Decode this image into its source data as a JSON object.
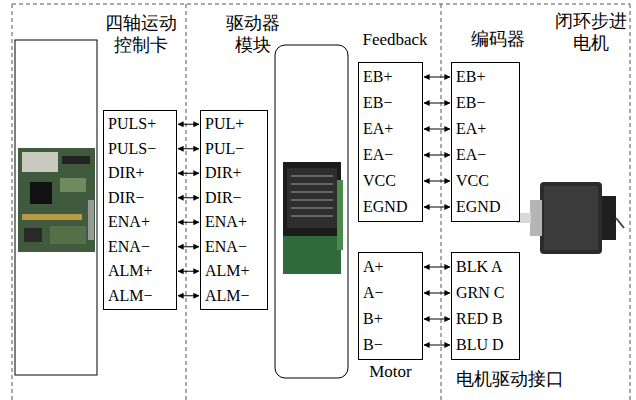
{
  "diagram": {
    "nodes": [
      {
        "text": [
          "PULS+",
          "PULS−",
          "DIR+",
          "DIR−",
          "ENA+",
          "ENA−",
          "ALM+",
          "ALM−"
        ]
      },
      {
        "text": [
          "PUL+",
          "PUL−",
          "DIR+",
          "DIR−",
          "ENA+",
          "ENA−",
          "ALM+",
          "ALM−"
        ]
      },
      {
        "text": [
          "EB+",
          "EB−",
          "EA+",
          "EA−",
          "VCC",
          "EGND"
        ]
      },
      {
        "text": [
          "EB+",
          "EB−",
          "EA+",
          "EA−",
          "VCC",
          "EGND"
        ]
      },
      {
        "text": [
          "A+",
          "A−",
          "B+",
          "B−"
        ]
      },
      {
        "text": [
          "BLK A",
          "GRN C",
          "RED B",
          "BLU D"
        ]
      }
    ],
    "edges": [
      {
        "from": 0,
        "to": 1,
        "arrow": "both"
      },
      {
        "from": 0,
        "to": 1,
        "arrow": "both"
      },
      {
        "from": 0,
        "to": 1,
        "arrow": "both"
      },
      {
        "from": 0,
        "to": 1,
        "arrow": "both"
      },
      {
        "from": 0,
        "to": 1,
        "arrow": "both"
      },
      {
        "from": 0,
        "to": 1,
        "arrow": "both"
      },
      {
        "from": 0,
        "to": 1,
        "arrow": "both"
      },
      {
        "from": 0,
        "to": 1,
        "arrow": "both"
      },
      {
        "from": 2,
        "to": 3,
        "arrow": "both"
      },
      {
        "from": 2,
        "to": 3,
        "arrow": "both"
      },
      {
        "from": 2,
        "to": 3,
        "arrow": "both"
      },
      {
        "from": 2,
        "to": 3,
        "arrow": "both"
      },
      {
        "from": 2,
        "to": 3,
        "arrow": "both"
      },
      {
        "from": 2,
        "to": 3,
        "arrow": "both"
      },
      {
        "from": 4,
        "to": 5,
        "arrow": "both"
      },
      {
        "from": 4,
        "to": 5,
        "arrow": "both"
      },
      {
        "from": 4,
        "to": 5,
        "arrow": "both"
      },
      {
        "from": 4,
        "to": 5,
        "arrow": "both"
      }
    ],
    "labels": [
      "四轴运动 控制卡",
      "驱动器 模块",
      "Feedback",
      "编码器",
      "闭环步进 电机",
      "Motor",
      "电机驱动接口"
    ]
  }
}
